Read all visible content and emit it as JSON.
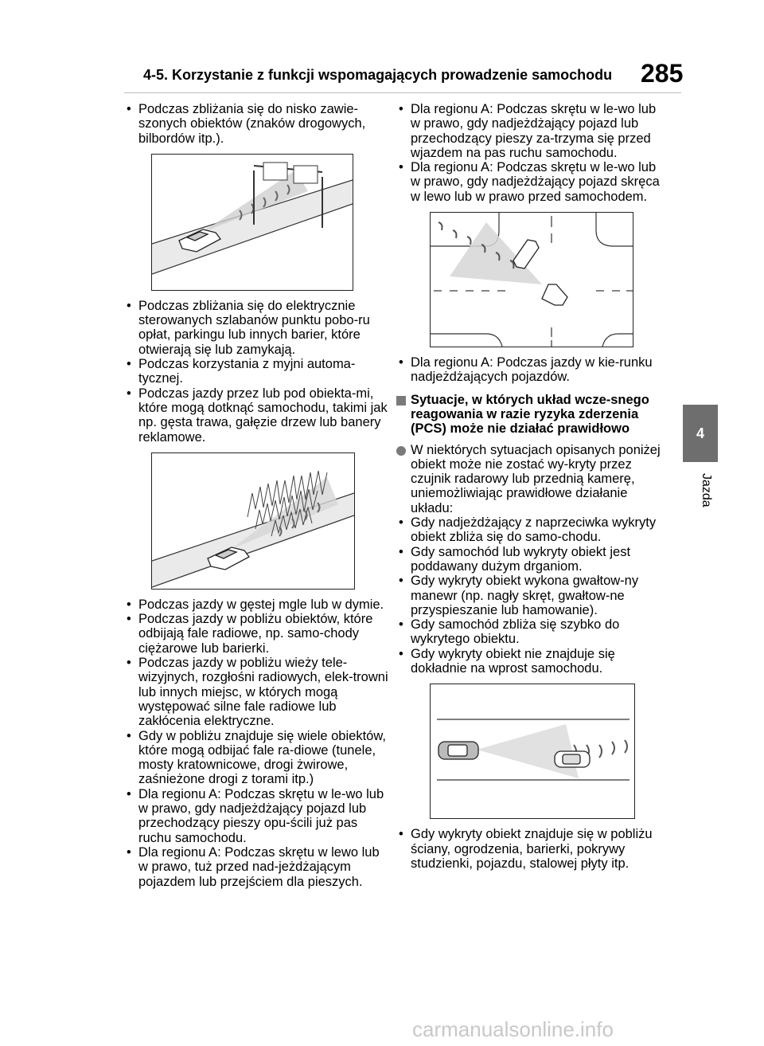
{
  "header": {
    "title": "4-5. Korzystanie z funkcji wspomagających prowadzenie samochodu",
    "page_number": "285"
  },
  "side_tab": {
    "number": "4",
    "label": "Jazda"
  },
  "left_column": {
    "bullets_a": [
      "Podczas zbliżania się do nisko zawie-szonych obiektów (znaków drogowych, bilbordów itp.)."
    ],
    "bullets_b": [
      "Podczas zbliżania się do elektrycznie sterowanych szlabanów punktu pobo-ru opłat, parkingu lub innych barier, które otwierają się lub zamykają.",
      "Podczas korzystania z myjni automa-tycznej.",
      "Podczas jazdy przez lub pod obiekta-mi, które mogą dotknąć samochodu, takimi jak np. gęsta trawa, gałęzie drzew lub banery reklamowe."
    ],
    "bullets_c": [
      "Podczas jazdy w gęstej mgle lub w dymie.",
      "Podczas jazdy w pobliżu obiektów, które odbijają fale radiowe, np. samo-chody ciężarowe lub barierki.",
      "Podczas jazdy w pobliżu wieży tele-wizyjnych, rozgłośni radiowych, elek-trowni lub innych miejsc, w których mogą występować silne fale radiowe lub zakłócenia elektryczne.",
      "Gdy w pobliżu znajduje się wiele obiektów, które mogą odbijać fale ra-diowe (tunele, mosty kratownicowe, drogi żwirowe, zaśnieżone drogi z torami itp.)",
      "Dla regionu A: Podczas skrętu w le-wo lub w prawo, gdy nadjeżdżający pojazd lub przechodzący pieszy opu-ścili już pas ruchu samochodu.",
      "Dla regionu A: Podczas skrętu w lewo lub w prawo, tuż przed nad-jeżdżającym pojazdem lub przejściem dla pieszych."
    ]
  },
  "right_column": {
    "bullets_a": [
      "Dla regionu A: Podczas skrętu w le-wo lub w prawo, gdy nadjeżdżający pojazd lub przechodzący pieszy za-trzyma się przed wjazdem na pas ruchu samochodu.",
      "Dla regionu A: Podczas skrętu w le-wo lub w prawo, gdy nadjeżdżający pojazd skręca w lewo lub w prawo przed samochodem."
    ],
    "bullets_b": [
      "Dla regionu A: Podczas jazdy w kie-runku nadjeżdżających pojazdów."
    ],
    "section_heading": "Sytuacje, w których układ wcze-snego reagowania w razie ryzyka zderzenia (PCS) może nie działać prawidłowo",
    "note": "W niektórych sytuacjach opisanych poniżej obiekt może nie zostać wy-kryty przez czujnik radarowy lub przednią kamerę, uniemożliwiając prawidłowe działanie układu:",
    "bullets_c": [
      "Gdy nadjeżdżający z naprzeciwka wykryty obiekt zbliża się do samo-chodu.",
      "Gdy samochód lub wykryty obiekt jest poddawany dużym drganiom.",
      "Gdy wykryty obiekt wykona gwałtow-ny manewr (np. nagły skręt, gwałtow-ne przyspieszanie lub hamowanie).",
      "Gdy samochód zbliża się szybko do wykrytego obiektu.",
      "Gdy wykryty obiekt nie znajduje się dokładnie na wprost samochodu."
    ],
    "bullets_d": [
      "Gdy wykryty obiekt znajduje się w pobliżu ściany, ogrodzenia, barierki, pokrywy studzienki, pojazdu, stalowej płyty itp."
    ]
  },
  "watermark": "carmanualsonline.info"
}
